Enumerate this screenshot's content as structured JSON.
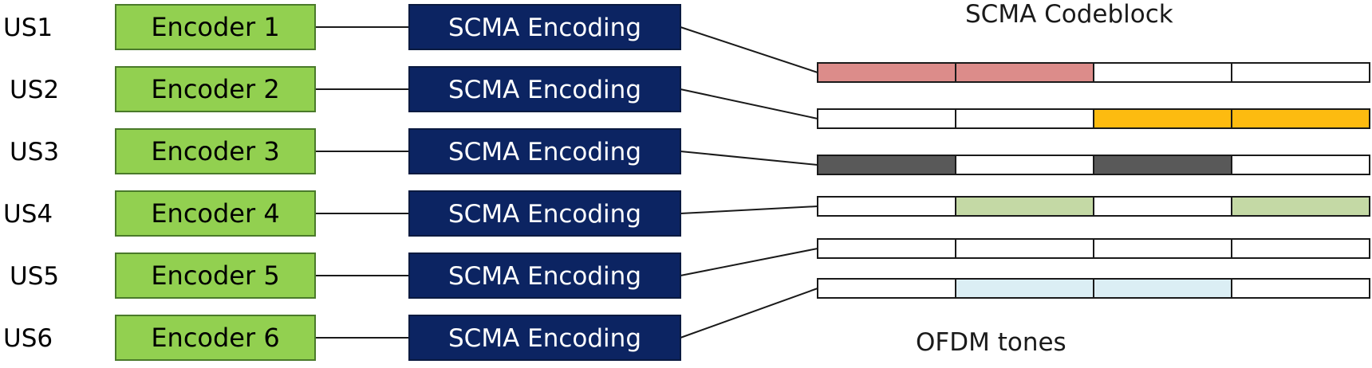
{
  "diagram": {
    "title": "SCMA Codeblock",
    "footer": "OFDM tones",
    "colors": {
      "encoder_fill": "#92d050",
      "encoder_border": "#4a7a2a",
      "scma_fill": "#0c2462",
      "scma_border": "#0a1a40",
      "cell_border": "#1a1a1a",
      "line": "#1a1a1a"
    },
    "users": [
      {
        "label": "US1",
        "encoder": "Encoder 1",
        "scma": "SCMA Encoding",
        "tones": [
          "#dc8c8a",
          "#dc8c8a",
          "#ffffff",
          "#ffffff"
        ]
      },
      {
        "label": "US2",
        "encoder": "Encoder 2",
        "scma": "SCMA Encoding",
        "tones": [
          "#ffffff",
          "#ffffff",
          "#fdbb10",
          "#fdbb10"
        ]
      },
      {
        "label": "US3",
        "encoder": "Encoder 3",
        "scma": "SCMA Encoding",
        "tones": [
          "#595959",
          "#ffffff",
          "#595959",
          "#ffffff"
        ]
      },
      {
        "label": "US4",
        "encoder": "Encoder 4",
        "scma": "SCMA Encoding",
        "tones": [
          "#ffffff",
          "#c4d9a5",
          "#ffffff",
          "#c4d9a5"
        ]
      },
      {
        "label": "US5",
        "encoder": "Encoder 5",
        "scma": "SCMA Encoding",
        "tones": [
          "#ffffff",
          "#ffffff",
          "#ffffff",
          "#ffffff"
        ]
      },
      {
        "label": "US6",
        "encoder": "Encoder 6",
        "scma": "SCMA Encoding",
        "tones": [
          "#ffffff",
          "#dbeef4",
          "#dbeef4",
          "#ffffff"
        ]
      }
    ]
  }
}
